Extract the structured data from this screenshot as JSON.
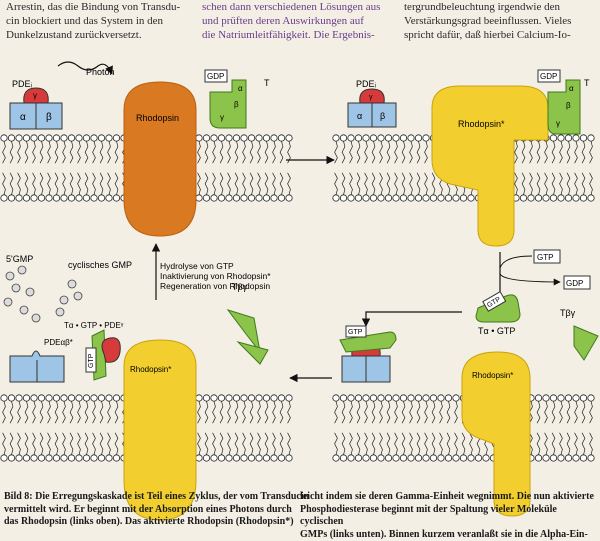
{
  "top_text": {
    "col1": [
      "Arrestin, das die Bindung von Transdu-",
      "cin blockiert und das System in den",
      "Dunkelzustand zurückversetzt."
    ],
    "col2": [
      "schen dann verschiedenen Lösungen aus",
      "und prüften deren Auswirkungen auf",
      "die Natriumleitfähigkeit. Die Ergebnis-"
    ],
    "col3": [
      "tergrundbeleuchtung irgendwie den",
      "Verstärkungsgrad beeinflussen. Vieles",
      "spricht dafür, daß hierbei Calcium-Io-"
    ]
  },
  "labels": {
    "photon": "Photon",
    "pde_i": "PDEᵢ",
    "alpha": "α",
    "beta": "β",
    "gamma": "γ",
    "gdp": "GDP",
    "gtp": "GTP",
    "t": "T",
    "rhodopsin": "Rhodopsin",
    "rhodopsin_star": "Rhodopsin*",
    "gmp5": "5'GMP",
    "cyclic_gmp": "cyclisches\nGMP",
    "pde_ab_star": "PDEαβ*",
    "talpha_gtp_pde": "Tα • GTP • PDEᵞ",
    "talpha_gtp": "Tα • GTP",
    "tbg": "Tβγ",
    "hydrolysis": [
      "Hydrolyse von GTP",
      "Inaktivierung von Rhodopsin*",
      "Regeneration von Rhodopsin"
    ]
  },
  "caption": {
    "left": [
      "Bild 8: Die Erregungskaskade ist Teil eines Zyklus, der vom Transducin",
      "vermittelt wird. Er beginnt mit der Absorption eines Photons durch",
      "das Rhodopsin (links oben). Das aktivierte Rhodopsin (Rhodopsin*)"
    ],
    "right": [
      "leicht indem sie deren Gamma-Einheit wegnimmt. Die nun aktivierte",
      "Phosphodiesterase beginnt mit der Spaltung vieler Moleküle cyclischen",
      "GMPs (links unten). Binnen kurzem veranlaßt sie in die Alpha-Ein-"
    ]
  },
  "colors": {
    "background": "#f3efe4",
    "rhodopsin": "#d97a22",
    "rhodopsin_active": "#f2cf2e",
    "pde": "#9ec5e6",
    "transducin": "#8cc34a",
    "gamma": "#d63a3a",
    "membrane_head": "#ffffff"
  }
}
